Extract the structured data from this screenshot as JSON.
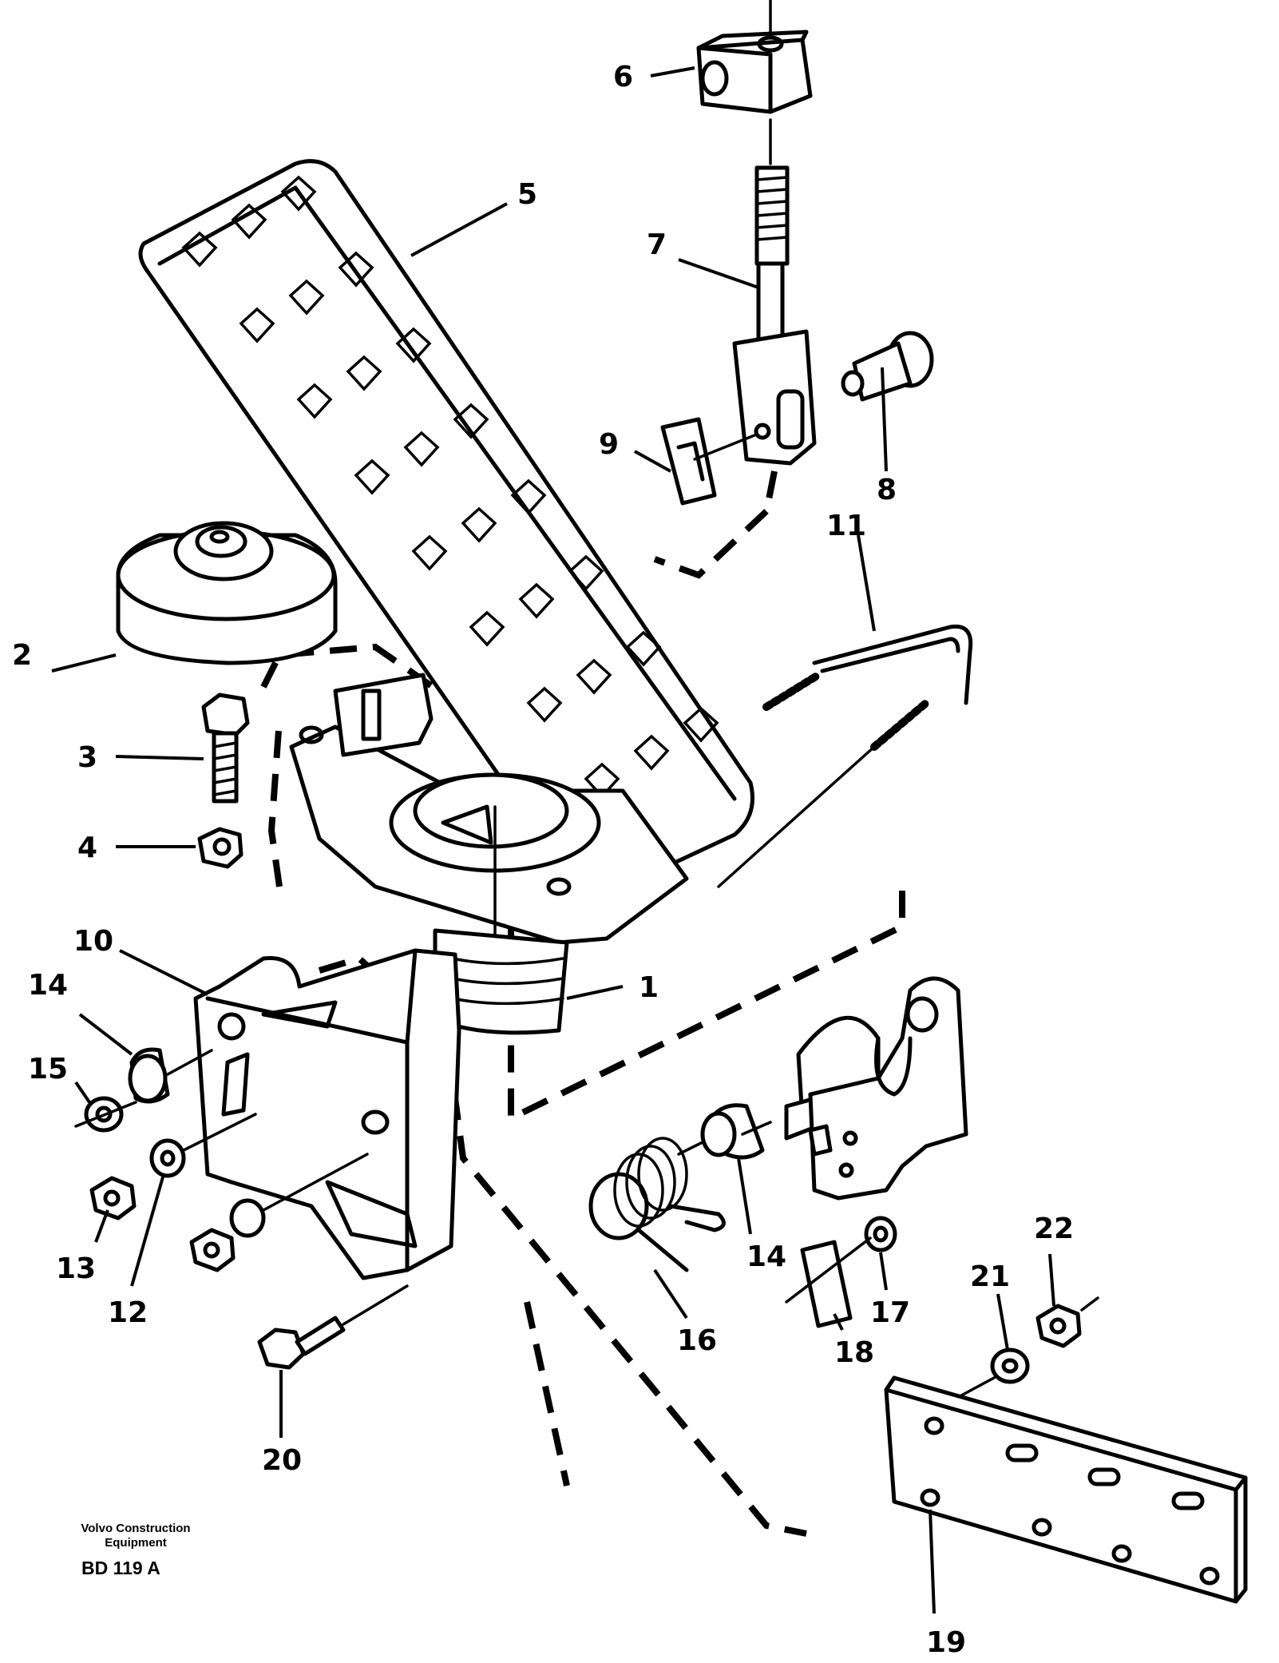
{
  "diagram": {
    "callouts": [
      {
        "id": "1",
        "label": "1"
      },
      {
        "id": "2",
        "label": "2"
      },
      {
        "id": "3",
        "label": "3"
      },
      {
        "id": "4",
        "label": "4"
      },
      {
        "id": "5",
        "label": "5"
      },
      {
        "id": "6",
        "label": "6"
      },
      {
        "id": "7",
        "label": "7"
      },
      {
        "id": "8",
        "label": "8"
      },
      {
        "id": "9",
        "label": "9"
      },
      {
        "id": "10",
        "label": "10"
      },
      {
        "id": "11",
        "label": "11"
      },
      {
        "id": "12",
        "label": "12"
      },
      {
        "id": "13",
        "label": "13"
      },
      {
        "id": "14a",
        "label": "14"
      },
      {
        "id": "14b",
        "label": "14"
      },
      {
        "id": "15",
        "label": "15"
      },
      {
        "id": "16",
        "label": "16"
      },
      {
        "id": "17",
        "label": "17"
      },
      {
        "id": "18",
        "label": "18"
      },
      {
        "id": "19",
        "label": "19"
      },
      {
        "id": "20",
        "label": "20"
      },
      {
        "id": "21",
        "label": "21"
      },
      {
        "id": "22",
        "label": "22"
      }
    ]
  },
  "footer": {
    "company_line1": "Volvo Construction",
    "company_line2": "Equipment",
    "code": "BD 119 A"
  }
}
